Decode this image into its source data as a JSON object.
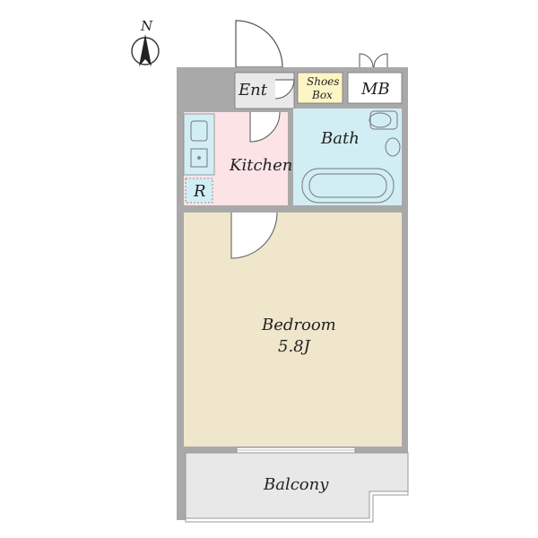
{
  "compass": {
    "label": "N",
    "icon": "north-arrow-icon"
  },
  "rooms": {
    "entrance": "Ent",
    "shoes_box_line1": "Shoes",
    "shoes_box_line2": "Box",
    "meter_box": "MB",
    "kitchen": "Kitchen",
    "refrigerator": "R",
    "bath": "Bath",
    "bedroom": "Bedroom",
    "bedroom_size": "5.8J",
    "balcony": "Balcony"
  },
  "colors": {
    "wall": "#a9a9a9",
    "kitchen": "#fbe3e6",
    "bath": "#d2eef5",
    "bedroom": "#efe6cc",
    "balcony": "#e8e8e8",
    "shoes_box": "#fbf6c4",
    "entrance": "#e9e9e9"
  }
}
